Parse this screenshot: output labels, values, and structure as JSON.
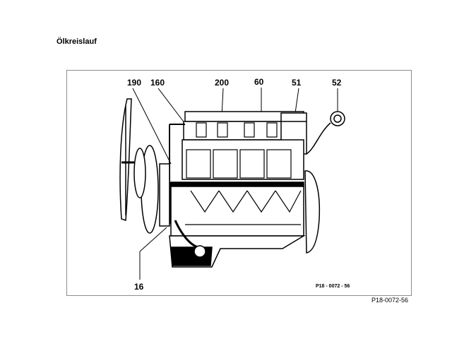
{
  "page": {
    "title": "Ölkreislauf",
    "figure_ref": "P18-0072-56"
  },
  "diagram": {
    "plate_code": "P18 - 0072 - 56",
    "callouts": [
      "190",
      "160",
      "200",
      "60",
      "51",
      "52",
      "16"
    ]
  }
}
